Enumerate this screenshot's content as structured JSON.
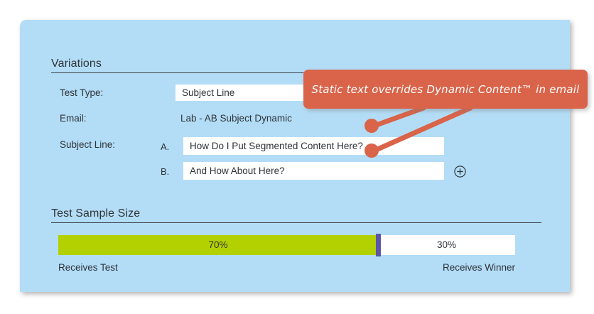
{
  "panel": {
    "background_color": "#b3ddf7"
  },
  "variations": {
    "heading": "Variations",
    "fields": {
      "test_type": {
        "label": "Test Type:",
        "value": "Subject Line",
        "placeholder": "Test Type"
      },
      "email": {
        "label": "Email:",
        "value": "Lab - AB Subject Dynamic"
      },
      "subject_line": {
        "label": "Subject Line:",
        "variants": [
          {
            "marker": "A.",
            "value": "How Do I Put Segmented Content Here?",
            "placeholder": "Subject line A"
          },
          {
            "marker": "B.",
            "value": "And How About Here?",
            "placeholder": "Subject line B"
          }
        ],
        "add_icon": "plus-circle-icon"
      }
    }
  },
  "test_sample_size": {
    "heading": "Test Sample Size",
    "test_percent_label": "70%",
    "winner_percent_label": "30%",
    "test_percent": 70,
    "winner_percent": 30,
    "left_caption": "Receives Test",
    "right_caption": "Receives Winner",
    "fill_color": "#b3d100",
    "handle_color": "#5b57a6",
    "track_color": "#ffffff"
  },
  "annotation": {
    "text": "Static text overrides Dynamic Content™ in email",
    "color": "#d9644a"
  }
}
